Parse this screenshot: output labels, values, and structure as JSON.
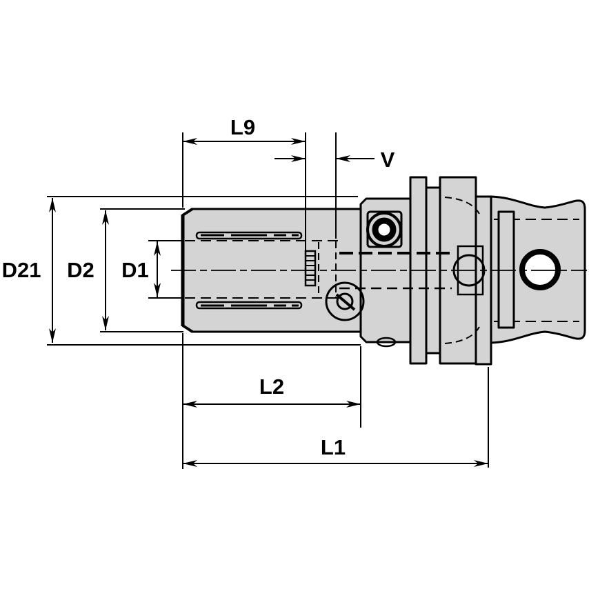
{
  "drawing": {
    "kind": "tool-holder-technical-drawing",
    "view": "side-section-view",
    "labels": {
      "l9": "L9",
      "v": "V",
      "d21": "D21",
      "d2": "D2",
      "d1": "D1",
      "l2": "L2",
      "l1": "L1"
    },
    "colors": {
      "background": "#ffffff",
      "body_fill": "#d4d4d4",
      "line": "#000000"
    }
  }
}
